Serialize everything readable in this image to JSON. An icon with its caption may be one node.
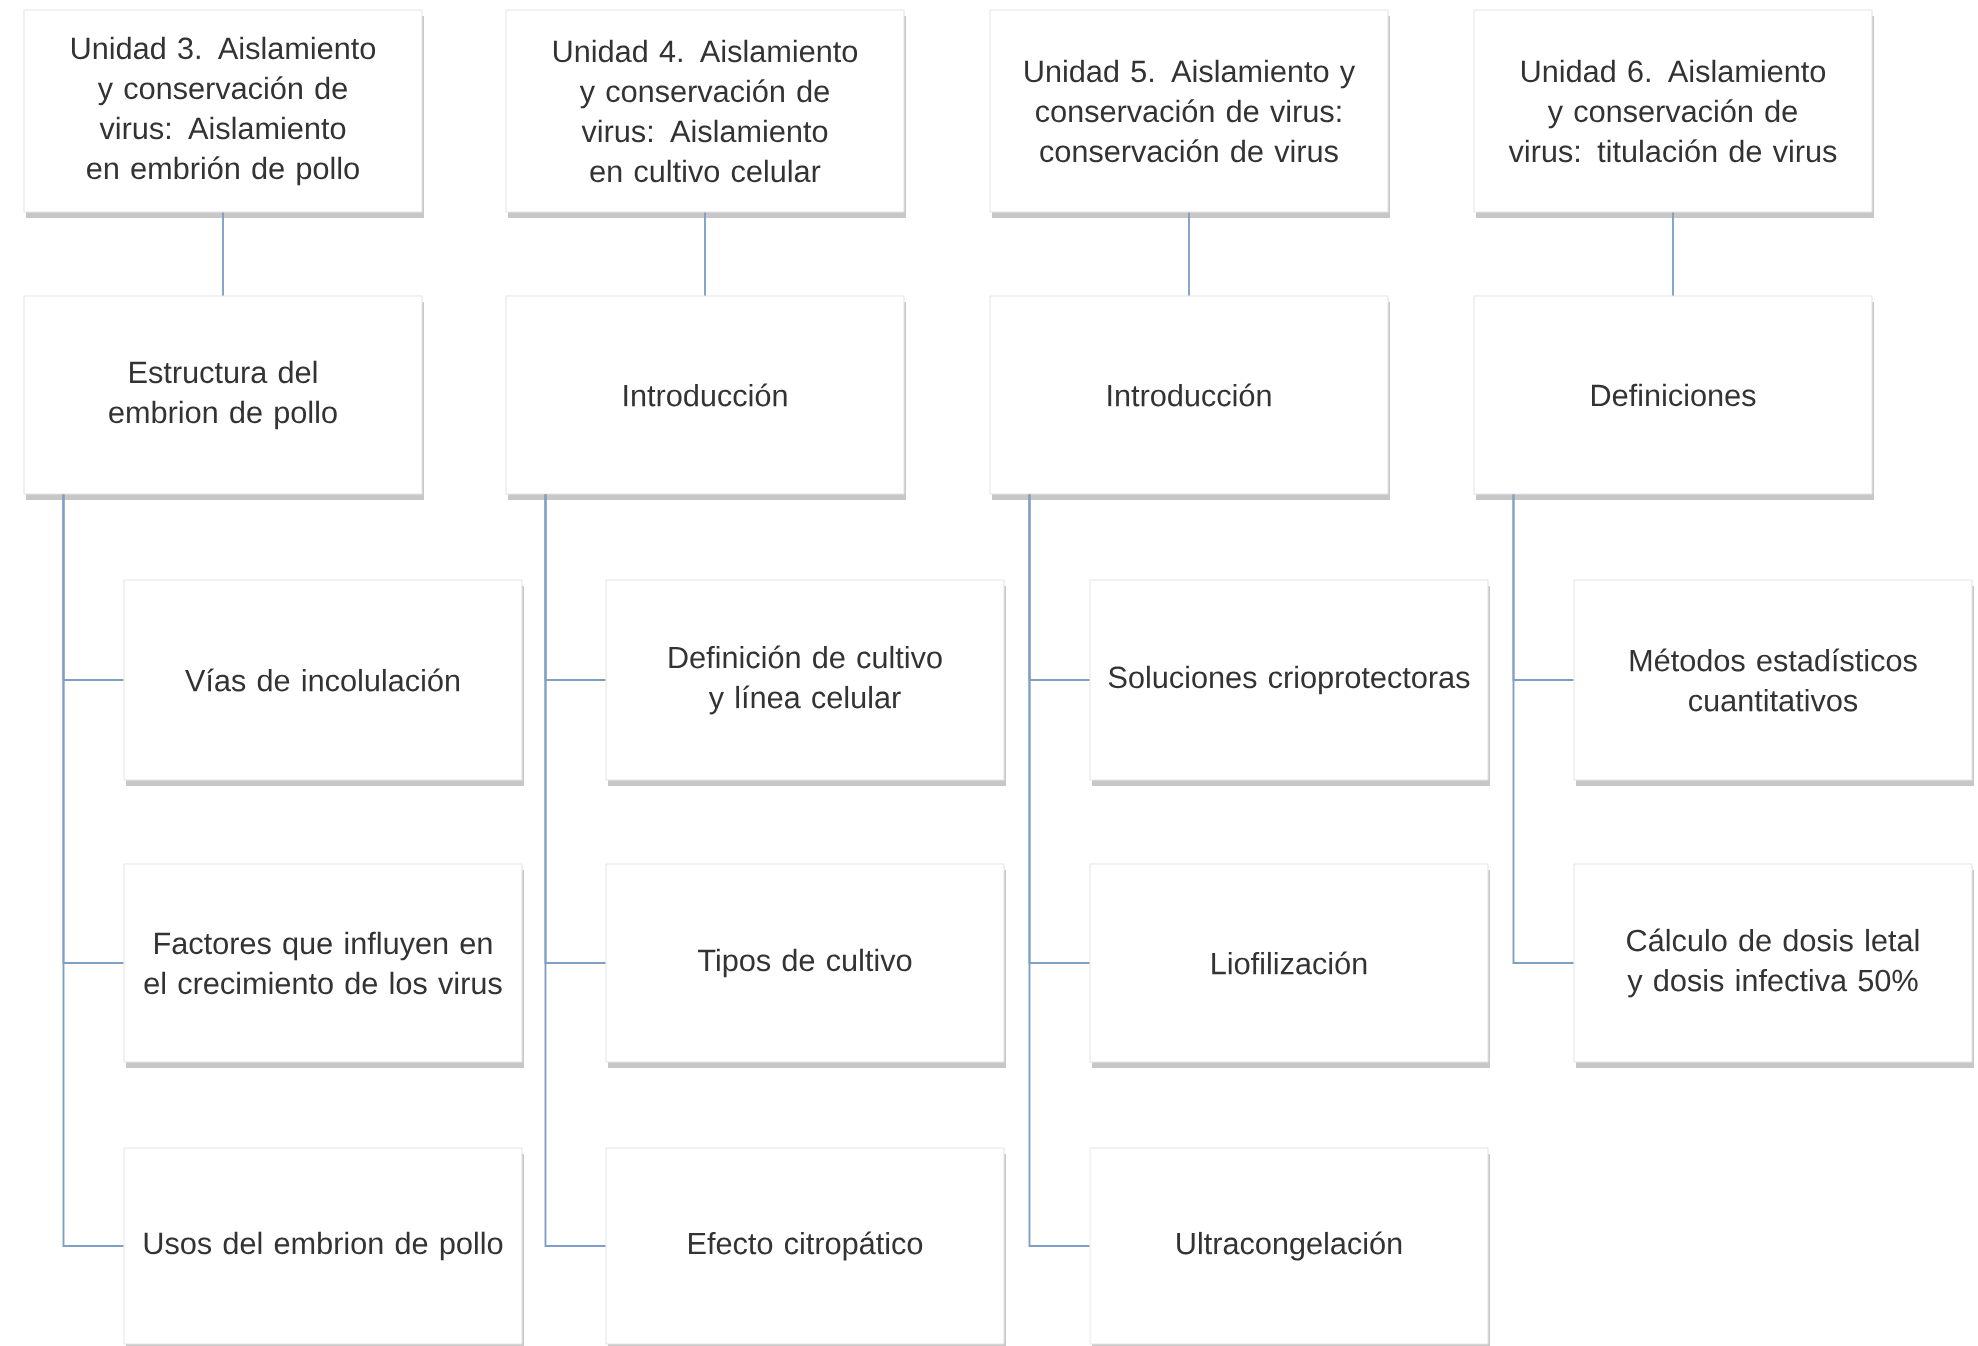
{
  "diagram": {
    "nodes": [
      {
        "text": [
          "Unidad 3. Aislamiento y conservación de virus: Aislamiento en embrión de pollo"
        ]
      },
      {
        "text": [
          "Estructura del embrion de pollo"
        ]
      },
      {
        "text": [
          "Vías de incolulación"
        ]
      },
      {
        "text": [
          "Factores que influyen en el crecimiento de los virus"
        ]
      },
      {
        "text": [
          "Usos del embrion de pollo"
        ]
      },
      {
        "text": [
          "Unidad 4. Aislamiento y conservación de virus: Aislamiento en cultivo celular"
        ]
      },
      {
        "text": [
          "Introducción"
        ]
      },
      {
        "text": [
          "Definición de cultivo y línea celular"
        ]
      },
      {
        "text": [
          "Tipos de cultivo"
        ]
      },
      {
        "text": [
          "Efecto citropático"
        ]
      },
      {
        "text": [
          "Unidad 5. Aislamiento y conservación de virus: conservación de virus"
        ]
      },
      {
        "text": [
          "Introducción"
        ]
      },
      {
        "text": [
          "Soluciones crioprotectoras"
        ]
      },
      {
        "text": [
          "Liofilización"
        ]
      },
      {
        "text": [
          "Ultracongelación"
        ]
      },
      {
        "text": [
          "Unidad 6. Aislamiento y conservación de virus: titulación de virus"
        ]
      },
      {
        "text": [
          "Definiciones"
        ]
      },
      {
        "text": [
          "Métodos estadísticos cuantitativos"
        ]
      },
      {
        "text": [
          "Cálculo de dosis letal y dosis infectiva 50%"
        ]
      }
    ],
    "edges": [
      {
        "from": 0,
        "to": 1,
        "arrow": "none"
      },
      {
        "from": 1,
        "to": 2,
        "arrow": "none"
      },
      {
        "from": 1,
        "to": 3,
        "arrow": "none"
      },
      {
        "from": 1,
        "to": 4,
        "arrow": "none"
      },
      {
        "from": 5,
        "to": 6,
        "arrow": "none"
      },
      {
        "from": 6,
        "to": 7,
        "arrow": "none"
      },
      {
        "from": 6,
        "to": 8,
        "arrow": "none"
      },
      {
        "from": 6,
        "to": 9,
        "arrow": "none"
      },
      {
        "from": 10,
        "to": 11,
        "arrow": "none"
      },
      {
        "from": 11,
        "to": 12,
        "arrow": "none"
      },
      {
        "from": 11,
        "to": 13,
        "arrow": "none"
      },
      {
        "from": 11,
        "to": 14,
        "arrow": "none"
      },
      {
        "from": 15,
        "to": 16,
        "arrow": "none"
      },
      {
        "from": 16,
        "to": 17,
        "arrow": "none"
      },
      {
        "from": 16,
        "to": 18,
        "arrow": "none"
      }
    ]
  }
}
